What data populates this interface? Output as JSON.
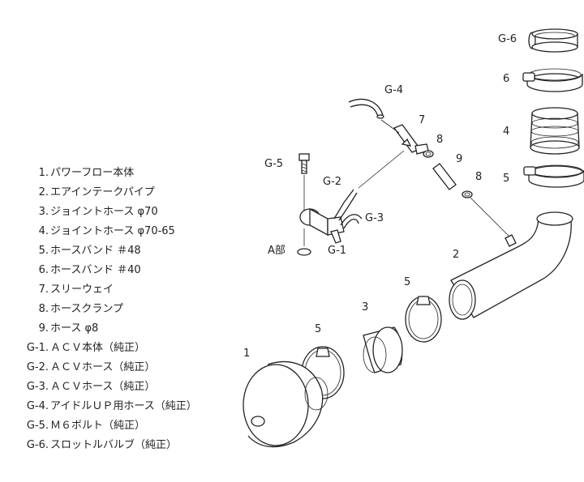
{
  "legend": [
    {
      "num": "1.",
      "name": "パワーフロー本体"
    },
    {
      "num": "2.",
      "name": "エアインテークパイプ"
    },
    {
      "num": "3.",
      "name": "ジョイントホース φ70"
    },
    {
      "num": "4.",
      "name": "ジョイントホース φ70-65"
    },
    {
      "num": "5.",
      "name": "ホースバンド ＃48"
    },
    {
      "num": "6.",
      "name": "ホースバンド ＃40"
    },
    {
      "num": "7.",
      "name": "スリーウェイ"
    },
    {
      "num": "8.",
      "name": "ホースクランプ"
    },
    {
      "num": "9.",
      "name": "ホース φ8"
    },
    {
      "num": "G-1.",
      "name": "ＡＣＶ本体（純正）"
    },
    {
      "num": "G-2.",
      "name": "ＡＣＶホース（純正）"
    },
    {
      "num": "G-3.",
      "name": "ＡＣＶホース（純正）"
    },
    {
      "num": "G-4.",
      "name": "アイドルＵＰ用ホース（純正）"
    },
    {
      "num": "G-5.",
      "name": "Ｍ６ボルト（純正）"
    },
    {
      "num": "G-6.",
      "name": "スロットルバルブ（純正）"
    }
  ],
  "callouts": {
    "g6": "G-6",
    "p6": "6",
    "p4": "4",
    "p5a": "5",
    "g4": "G-4",
    "p7": "7",
    "p8a": "8",
    "p9": "9",
    "p8b": "8",
    "g5": "G-5",
    "g2": "G-2",
    "g3": "G-3",
    "g1": "G-1",
    "abu": "A部",
    "p2": "2",
    "p5b": "5",
    "p3": "3",
    "p5c": "5",
    "p1": "1"
  }
}
